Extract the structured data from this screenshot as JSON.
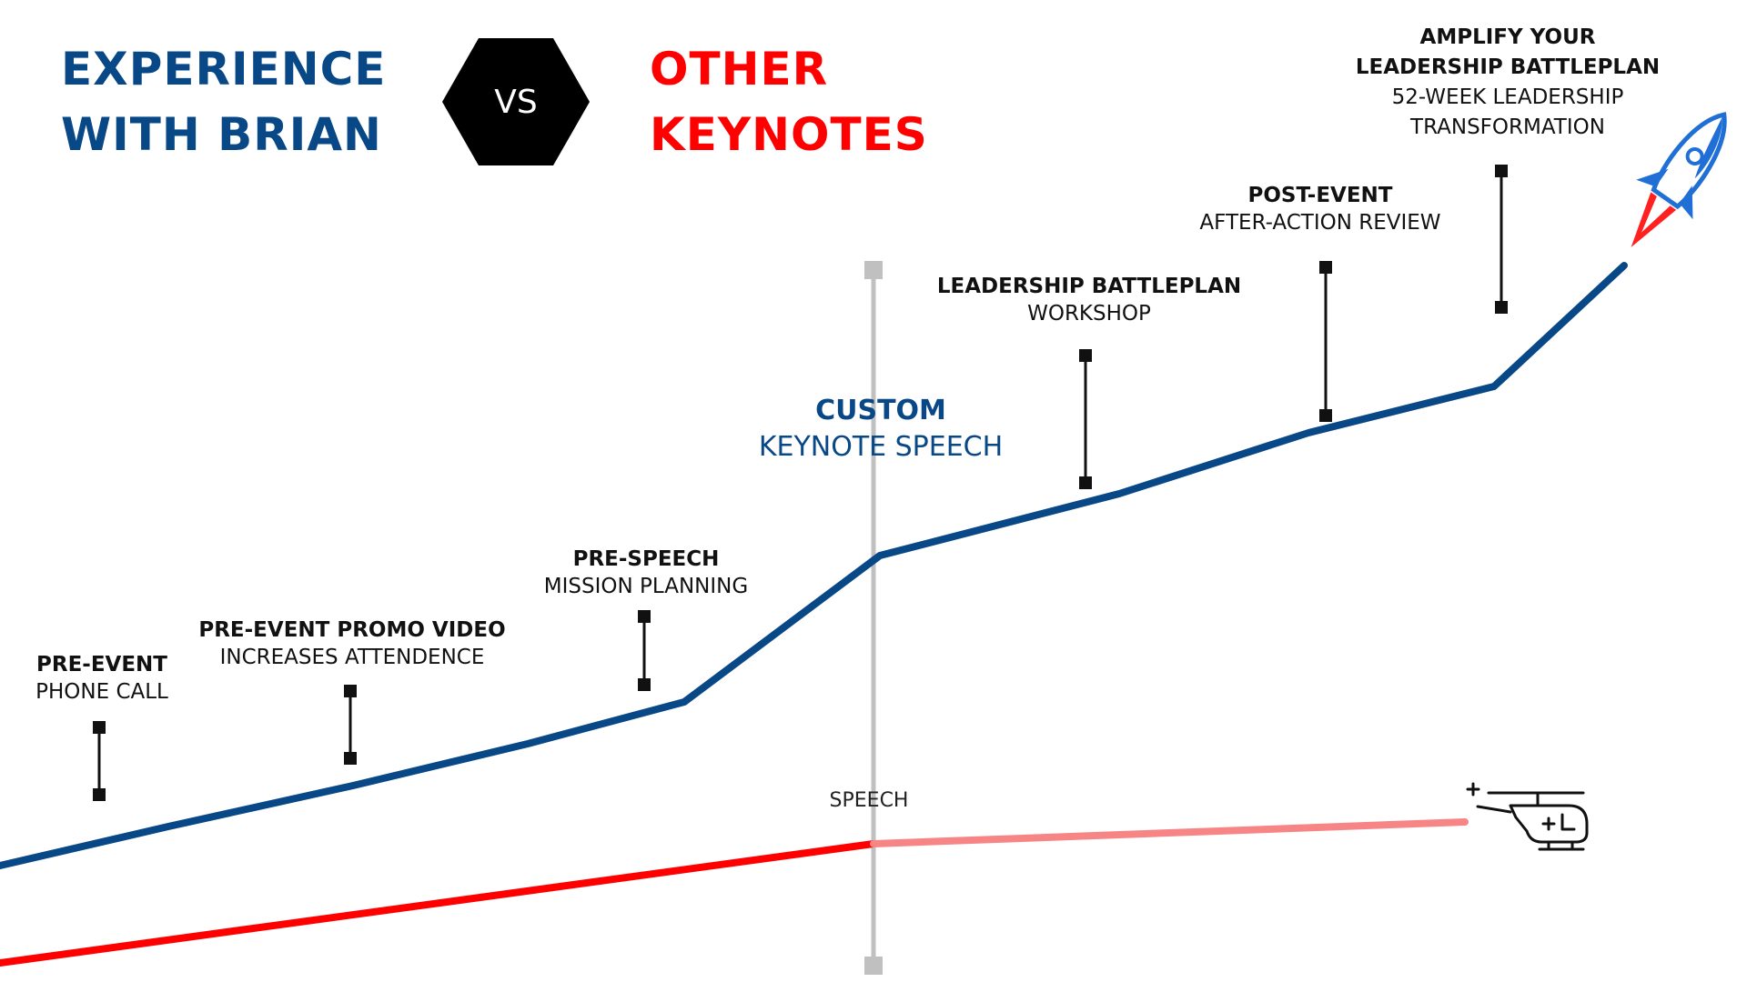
{
  "colors": {
    "experience": "#084887",
    "others": "#ff0000",
    "others_after": "#f78585",
    "divider": "#c0c0c0",
    "marker": "#111111",
    "badge": "#000000"
  },
  "header": {
    "left_title": [
      "EXPERIENCE",
      "WITH BRIAN"
    ],
    "vs": "VS",
    "right_title": [
      "OTHER",
      "KEYNOTES"
    ]
  },
  "milestones": [
    {
      "id": "pre-event",
      "title": "PRE-EVENT",
      "subtitle": "PHONE CALL"
    },
    {
      "id": "promo-video",
      "title": "PRE-EVENT PROMO VIDEO",
      "subtitle": "INCREASES ATTENDENCE"
    },
    {
      "id": "pre-speech",
      "title": "PRE-SPEECH",
      "subtitle": "MISSION PLANNING"
    },
    {
      "id": "custom",
      "title": "CUSTOM",
      "subtitle": "KEYNOTE SPEECH"
    },
    {
      "id": "battleplan",
      "title": "LEADERSHIP BATTLEPLAN",
      "subtitle": "WORKSHOP"
    },
    {
      "id": "post-event",
      "title": "POST-EVENT",
      "subtitle": "AFTER-ACTION REVIEW"
    },
    {
      "id": "amplify",
      "title_lines": [
        "AMPLIFY YOUR",
        "LEADERSHIP BATTLEPLAN"
      ],
      "subtitle_lines": [
        "52-WEEK LEADERSHIP",
        "TRANSFORMATION"
      ]
    }
  ],
  "divider_label": "SPEECH",
  "icons": {
    "end_experience": "rocket-icon",
    "end_others": "medical-helicopter-icon"
  }
}
